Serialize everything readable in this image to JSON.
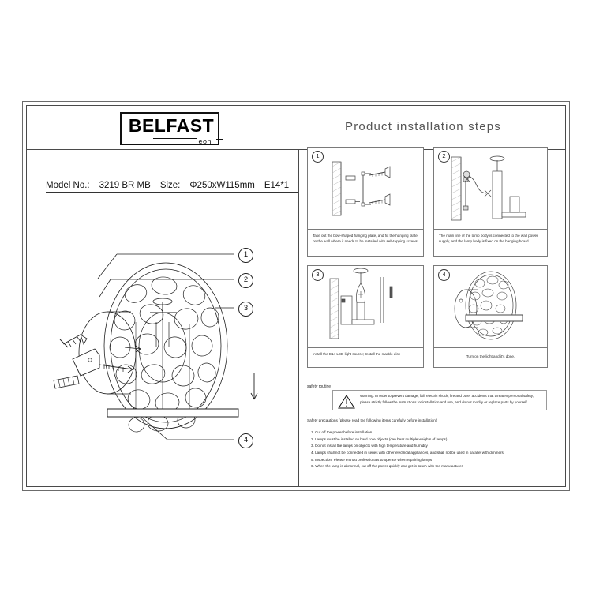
{
  "brand": {
    "name": "BELFAST",
    "sub": "eon"
  },
  "product": {
    "model_label": "Model No.:",
    "model_value": "3219 BR MB",
    "size_label": "Size:",
    "size_value": "Φ250xW115mm",
    "lamp_spec": "E14*1"
  },
  "drawing": {
    "callouts": [
      "1",
      "2",
      "3",
      "4"
    ]
  },
  "steps_panel": {
    "title": "Product installation steps",
    "steps": [
      {
        "num": "1",
        "caption": "Take out the bow-shaped hanging plate, and fix the hanging plate on the wall where it needs to be installed with self-tapping screws"
      },
      {
        "num": "2",
        "caption": "The main line of the lamp body is connected to the wall power supply, and the lamp body is fixed on the hanging board"
      },
      {
        "num": "3",
        "caption": "Install the E14 LED light source; Install the marble disc"
      },
      {
        "num": "4",
        "caption": "Turn on the light and it's done."
      }
    ]
  },
  "safety": {
    "routine_label": "safety routine",
    "warning_text": "Warning: In order to prevent damage, fall, electric shock, fire and other accidents that threaten personal safety, please strictly follow the instructions for installation and use, and do not modify or replace parts by yourself.",
    "precautions_heading": "Safety precautions (please read the following items carefully before installation)",
    "precautions": [
      "1. Cut off the power before installation",
      "2. Lamps must be installed on hard core objects (can bear multiple weights of lamps)",
      "3. Do not install the lamps on objects with high temperature and humidity",
      "4. Lamps shall not be connected in series with other electrical appliances, and shall not be used in parallel with dimmers",
      "5. Inspection. Please entrust professionals to operate when repairing lamps",
      "6. When the lamp is abnormal, cut off the power quickly and get in touch with the manufacturer"
    ]
  }
}
